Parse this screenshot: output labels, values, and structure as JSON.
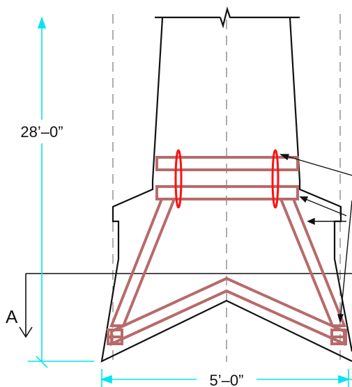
{
  "drawing": {
    "height_dimension": "28’–0”",
    "width_dimension": "5’–0”",
    "section_label": "A",
    "colors": {
      "outline": "#111111",
      "dimension": "#00e5ee",
      "tendon": "#b86a6a",
      "clamp": "#ff1010",
      "centerline": "#777777"
    }
  }
}
